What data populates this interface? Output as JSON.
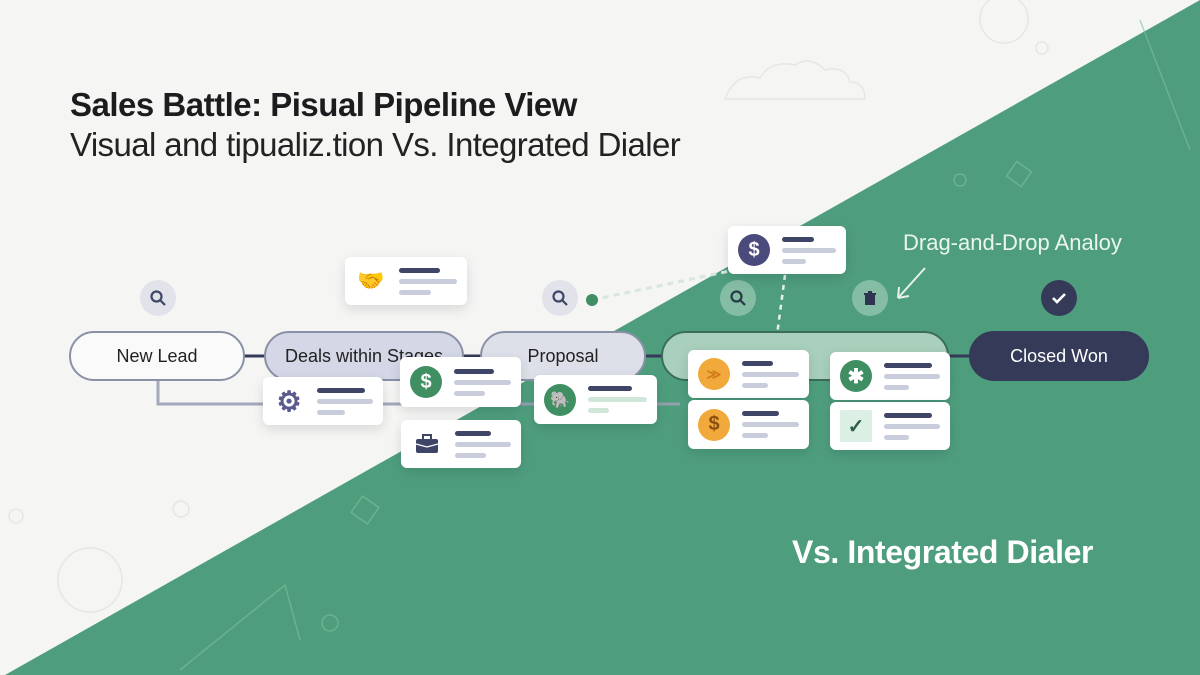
{
  "header": {
    "title": "Sales Battle: Pisual Pipeline View",
    "subtitle": "Visual and tipualiz.tion Vs. Integrated Dialer"
  },
  "pipeline": {
    "stages": [
      {
        "label": "New Lead",
        "icon": "search-icon"
      },
      {
        "label": "Deals within Stages",
        "icon": "handshake-icon"
      },
      {
        "label": "Proposal",
        "icon": "search-icon"
      },
      {
        "label": "",
        "icon": "search-icon"
      },
      {
        "label": "Closed Won",
        "icon": "check-icon"
      }
    ]
  },
  "cards": [
    {
      "icon": "handshake-icon"
    },
    {
      "icon": "gear-icon",
      "icon_color": "#5b5a8f"
    },
    {
      "icon": "dollar-icon",
      "glyph": "$",
      "icon_color": "#3f8f63"
    },
    {
      "icon": "briefcase-icon",
      "icon_color": "#3e4566"
    },
    {
      "icon": "elephant-icon",
      "icon_color": "#3f8f63"
    },
    {
      "icon": "dollar-icon",
      "glyph": "$",
      "icon_color": "#4a4a7c"
    },
    {
      "icon": "coin-icon",
      "icon_color": "#f2a93b"
    },
    {
      "icon": "coin-stack-icon",
      "glyph": "$",
      "icon_color": "#f2a93b"
    },
    {
      "icon": "asterisk-icon",
      "glyph": "✱",
      "icon_color": "#3f8f63"
    },
    {
      "icon": "check-icon",
      "glyph": "✓",
      "icon_color": "#2f5e4a"
    }
  ],
  "annotation": {
    "label": "Drag-and-Drop Analoy"
  },
  "footer": {
    "vs_label": "Vs. Integrated Dialer"
  },
  "colors": {
    "green": "#4e9e7e",
    "navy": "#343a57",
    "background": "#f5f5f4"
  }
}
